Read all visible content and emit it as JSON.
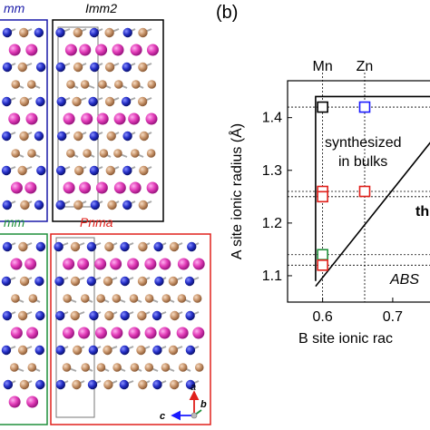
{
  "structures": [
    {
      "label": "mm",
      "color": "#1a1aa8"
    },
    {
      "label": "Imm2",
      "color": "#000000"
    },
    {
      "label": "mm",
      "color": "#1f8f3a"
    },
    {
      "label": "Pnma",
      "color": "#e0201b"
    }
  ],
  "axes_triad": {
    "a": "a",
    "b": "b",
    "c": "c"
  },
  "panel_b": {
    "label": "(b)"
  },
  "atom_colors": {
    "A_site": "#e23cb8",
    "B_site": "#c8946a",
    "X_site": "#2630c8",
    "bond": "#9a9a9a"
  },
  "chart_data": {
    "type": "scatter",
    "xlabel": "B site ionic rac",
    "ylabel": "A site ionic radius (Å)",
    "xlim": [
      0.55,
      0.77
    ],
    "ylim": [
      1.05,
      1.47
    ],
    "x_ticks": [
      "0.6",
      "0.7"
    ],
    "y_ticks": [
      "1.1",
      "1.2",
      "1.3",
      "1.4"
    ],
    "top_labels": [
      {
        "text": "Mn",
        "x": 0.6
      },
      {
        "text": "Zn",
        "x": 0.66
      }
    ],
    "annotations": [
      "synthesized",
      "in bulks",
      "th",
      "ABS"
    ],
    "points": [
      {
        "x": 0.6,
        "y": 1.42,
        "color": "#000000"
      },
      {
        "x": 0.66,
        "y": 1.42,
        "color": "#1a1aff"
      },
      {
        "x": 0.6,
        "y": 1.26,
        "color": "#e0201b"
      },
      {
        "x": 0.6,
        "y": 1.25,
        "color": "#e0201b"
      },
      {
        "x": 0.66,
        "y": 1.26,
        "color": "#e0201b"
      },
      {
        "x": 0.6,
        "y": 1.14,
        "color": "#1f8f3a"
      },
      {
        "x": 0.6,
        "y": 1.12,
        "color": "#e0201b"
      }
    ],
    "hlines": [
      1.42,
      1.26,
      1.25,
      1.14,
      1.12
    ],
    "vlines": [
      0.6,
      0.66
    ],
    "region_box": {
      "x": [
        0.59,
        0.77
      ],
      "y": [
        1.09,
        1.44
      ]
    },
    "boundary_line": [
      {
        "x": 0.59,
        "y": 1.08
      },
      {
        "x": 0.77,
        "y": 1.38
      }
    ]
  }
}
